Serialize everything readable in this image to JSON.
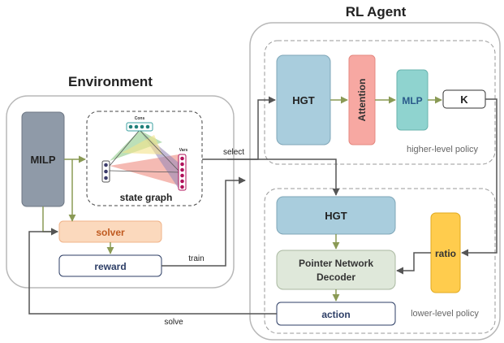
{
  "titles": {
    "rl_agent": "RL Agent",
    "environment": "Environment"
  },
  "blocks": {
    "milp": "MILP",
    "state_graph": "state graph",
    "solver": "solver",
    "reward": "reward",
    "hgt_top": "HGT",
    "attention": "Attention",
    "mlp": "MLP",
    "k": "K",
    "higher_policy": "higher-level policy",
    "hgt_bottom": "HGT",
    "pointer_line1": "Pointer Network",
    "pointer_line2": "Decoder",
    "ratio": "ratio",
    "action": "action",
    "lower_policy": "lower-level policy"
  },
  "graph_labels": {
    "cons": "Cons",
    "vars": "Vars"
  },
  "arrows": {
    "select": "select",
    "train": "train",
    "solve": "solve"
  },
  "colors": {
    "milp": "#8f9aa8",
    "solver": "#fbd9bd",
    "hgt": "#a9cddd",
    "attention": "#f7a8a2",
    "mlp": "#8fd3cf",
    "pointer": "#dfe8da",
    "ratio": "#ffcc4d",
    "arrow_dark": "#555555",
    "arrow_green": "#8a9a55"
  }
}
